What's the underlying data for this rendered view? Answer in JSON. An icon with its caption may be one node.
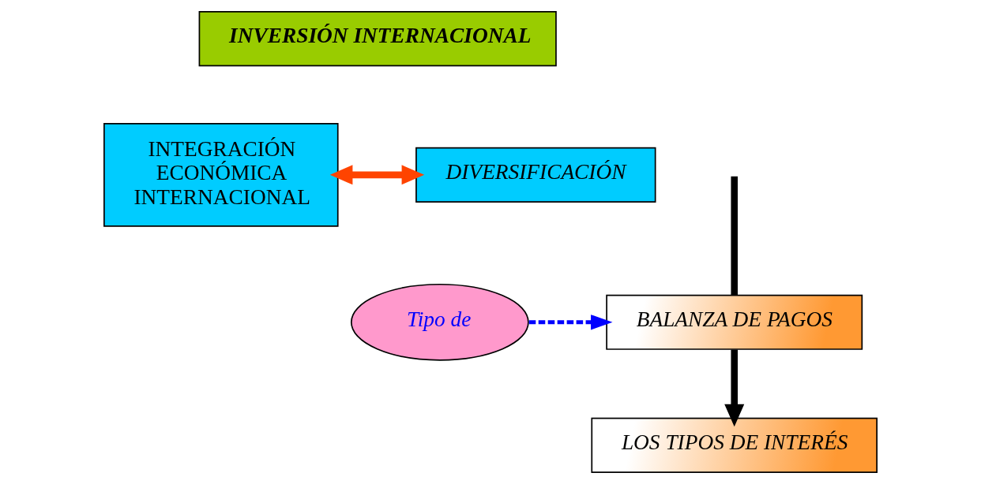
{
  "diagram": {
    "nodes": [
      {
        "text": [
          "INVERSIÓN INTERNACIONAL"
        ]
      },
      {
        "text": [
          "INTEGRACIÓN ECONÓMICA INTERNACIONAL"
        ]
      },
      {
        "text": [
          "DIVERSIFICACIÓN"
        ]
      },
      {
        "text": [
          "BALANZA DE PAGOS"
        ]
      },
      {
        "text": [
          "Tipo de"
        ]
      },
      {
        "text": [
          "LOS TIPOS DE INTERÉS"
        ]
      }
    ],
    "edges": [
      {
        "from": 1,
        "to": 2,
        "arrow": "both",
        "color": "#ff4400"
      },
      {
        "from": null,
        "to": 3,
        "arrow": "none"
      },
      {
        "from": 3,
        "to": 5,
        "arrow": "to"
      },
      {
        "from": 4,
        "to": 3,
        "arrow": "to",
        "style": "dashed",
        "color": "#0000ff"
      }
    ]
  }
}
